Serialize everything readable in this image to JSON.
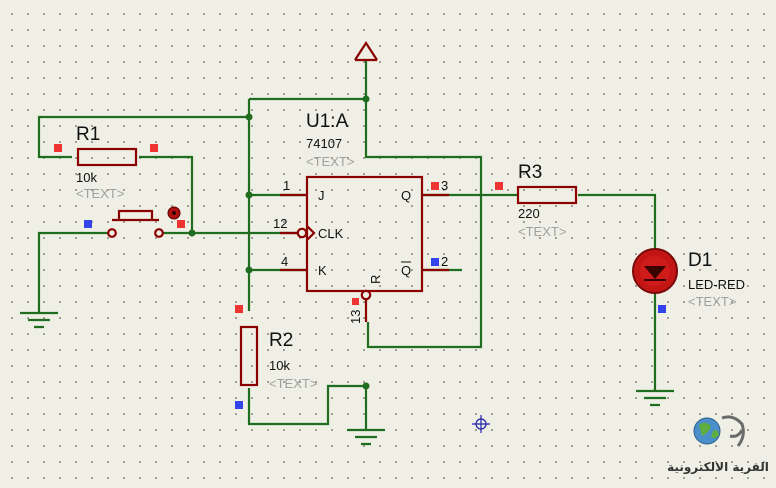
{
  "components": {
    "u1": {
      "ref": "U1:A",
      "part": "74107",
      "text": "<TEXT>",
      "pins": {
        "j": "J",
        "clk": "CLK",
        "k": "K",
        "q": "Q",
        "qbar": "Q",
        "r": "R"
      },
      "pin_numbers": {
        "j": "1",
        "clk": "12",
        "k": "4",
        "q": "3",
        "qbar": "2",
        "r": "13"
      }
    },
    "r1": {
      "ref": "R1",
      "value": "10k",
      "text": "<TEXT>"
    },
    "r2": {
      "ref": "R2",
      "value": "10k",
      "text": "<TEXT>"
    },
    "r3": {
      "ref": "R3",
      "value": "220",
      "text": "<TEXT>"
    },
    "d1": {
      "ref": "D1",
      "value": "LED-RED",
      "text": "<TEXT>"
    }
  },
  "logo": {
    "text": "القرية الالكترونية"
  },
  "colors": {
    "wire": "#1f6d1f",
    "component": "#8b0000",
    "pin_high": "#ee3333",
    "pin_low": "#3344ee",
    "placeholder_text": "#a0a0a0"
  }
}
